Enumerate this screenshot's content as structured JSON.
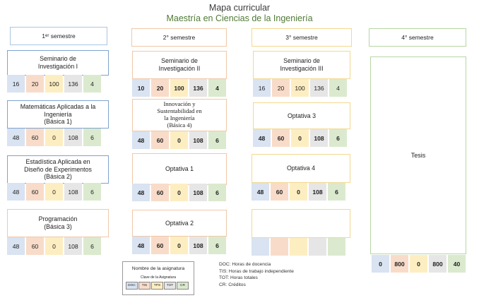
{
  "title": "Mapa curricular",
  "subtitle": "Maestría en Ciencias de la Ingeniería",
  "colors": {
    "doc": "#d9e3f1",
    "tis": "#f8dcc9",
    "tps": "#fdeec2",
    "tot": "#e6e6e6",
    "cr": "#dbeace",
    "sem1_border": "#a9c6e3",
    "sem2_border": "#f0c8a8",
    "sem3_border": "#f3d88e",
    "sem4_border": "#b6d6a2"
  },
  "semesters": {
    "s1": {
      "num": "1",
      "sup": "er",
      "label": "semestre"
    },
    "s2": {
      "label": "2° semestre"
    },
    "s3": {
      "label": "3° semestre"
    },
    "s4": {
      "label": "4° semestre"
    }
  },
  "courses": {
    "s1c1": {
      "lines": [
        "Seminario de",
        "Investigación I"
      ],
      "values": [
        "16",
        "20",
        "100",
        "136",
        "4"
      ]
    },
    "s1c2": {
      "lines": [
        "Matemáticas Aplicadas a la",
        "Ingeniería",
        "(Básica 1)"
      ],
      "values": [
        "48",
        "60",
        "0",
        "108",
        "6"
      ]
    },
    "s1c3": {
      "lines": [
        "Estadística Aplicada en",
        "Diseño de Experimentos",
        "(Básica 2)"
      ],
      "values": [
        "48",
        "60",
        "0",
        "108",
        "6"
      ]
    },
    "s1c4": {
      "lines": [
        "Programación",
        "(Básica 3)"
      ],
      "values": [
        "48",
        "60",
        "0",
        "108",
        "6"
      ]
    },
    "s2c1": {
      "lines": [
        "Seminario de",
        "Investigación II"
      ],
      "values": [
        "10",
        "20",
        "100",
        "136",
        "4"
      ]
    },
    "s2c2": {
      "lines": [
        "Innovación y",
        "Sustentabilidad en",
        "la Ingeniería",
        "(Básica 4)"
      ],
      "values": [
        "48",
        "60",
        "0",
        "108",
        "6"
      ]
    },
    "s2c3": {
      "lines": [
        "Optativa 1"
      ],
      "values": [
        "48",
        "60",
        "0",
        "108",
        "6"
      ]
    },
    "s2c4": {
      "lines": [
        "Optativa 2"
      ],
      "values": [
        "48",
        "60",
        "0",
        "108",
        "6"
      ]
    },
    "s3c1": {
      "lines": [
        "Seminario de",
        "Investigación III"
      ],
      "values": [
        "16",
        "20",
        "100",
        "136",
        "4"
      ]
    },
    "s3c2": {
      "lines": [
        "Optativa 3"
      ],
      "values": [
        "48",
        "60",
        "0",
        "108",
        "6"
      ]
    },
    "s3c3": {
      "lines": [
        "Optativa 4"
      ],
      "values": [
        "48",
        "60",
        "0",
        "108",
        "6"
      ]
    },
    "s3c4": {
      "lines": [],
      "values": [
        "",
        "",
        "",
        "",
        ""
      ]
    },
    "s4c1": {
      "lines": [
        "Tesis"
      ],
      "values": [
        "0",
        "800",
        "0",
        "800",
        "40"
      ]
    }
  },
  "legend": {
    "name": "Nombre de la asignatura",
    "clave": "Clave de la Asignatura",
    "cells": [
      "DOC",
      "TIS",
      "TPS",
      "TOT",
      "CR"
    ]
  },
  "notes": [
    "DOC: Horas de docencia",
    "TIS: Horas de trabajo independiente",
    "TOT: Horas totales",
    "CR: Créditos"
  ]
}
